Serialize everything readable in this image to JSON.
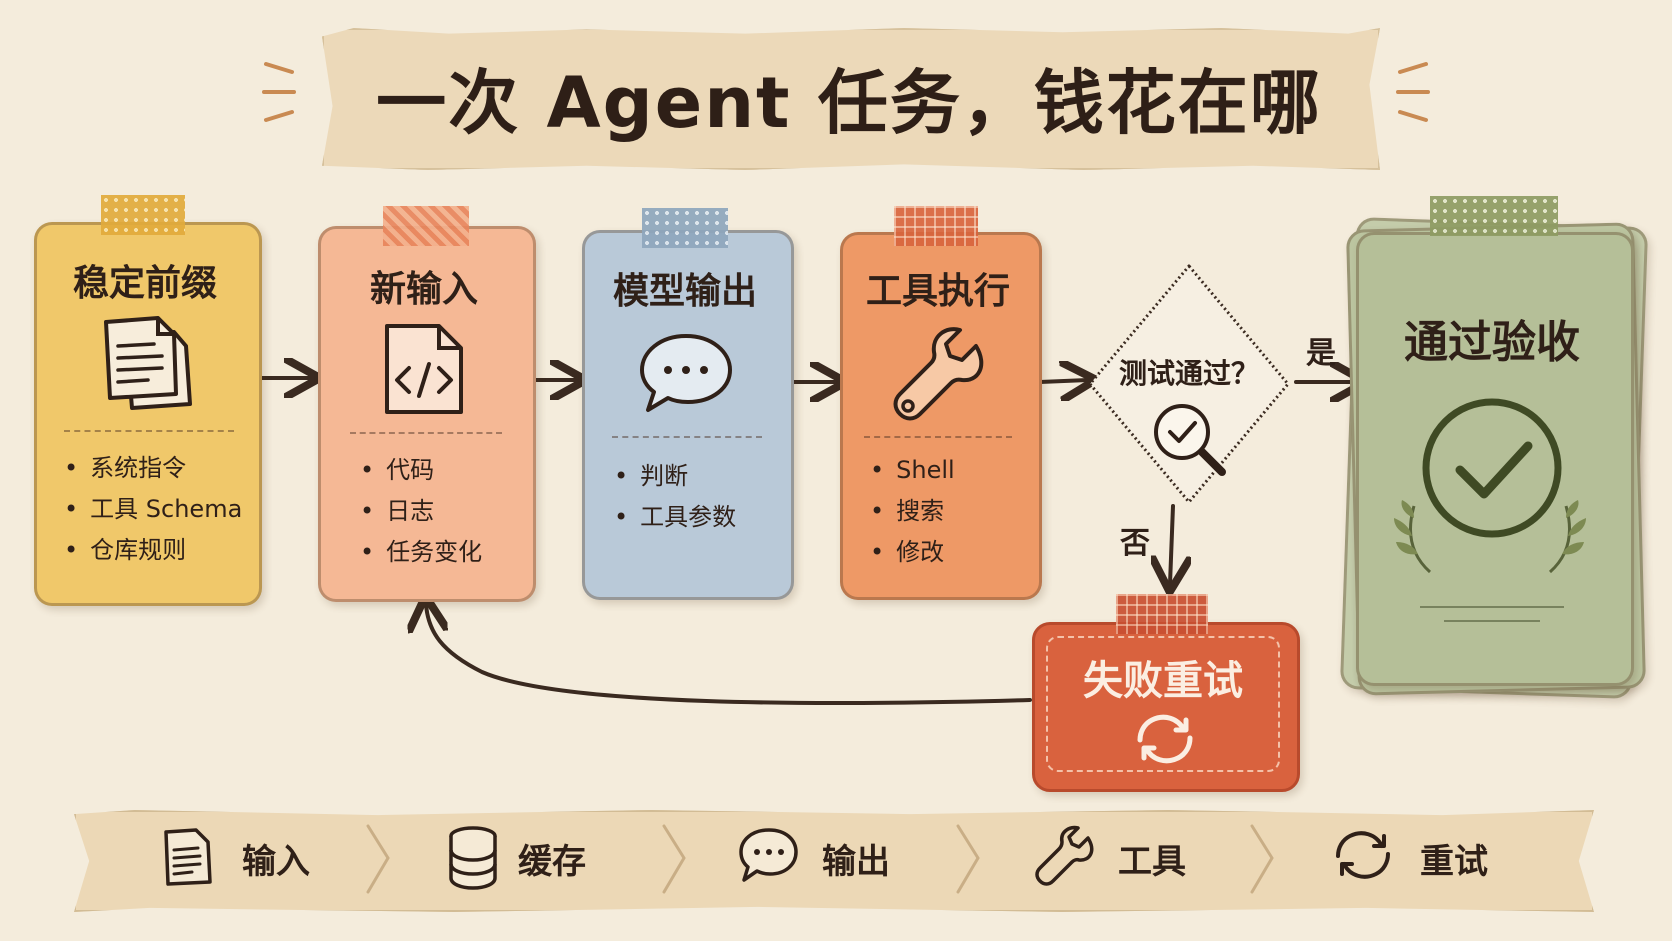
{
  "title": "一次 Agent 任务，钱花在哪",
  "cards": {
    "prefix": {
      "title": "稳定前缀",
      "items": [
        "系统指令",
        "工具 Schema",
        "仓库规则"
      ],
      "icon": "document-icon"
    },
    "input": {
      "title": "新输入",
      "items": [
        "代码",
        "日志",
        "任务变化"
      ],
      "icon": "code-file-icon"
    },
    "output": {
      "title": "模型输出",
      "items": [
        "判断",
        "工具参数"
      ],
      "icon": "chat-bubble-icon"
    },
    "tools": {
      "title": "工具执行",
      "items": [
        "Shell",
        "搜索",
        "修改"
      ],
      "icon": "wrench-icon"
    }
  },
  "decision": {
    "label": "测试通过？",
    "yes": "是",
    "no": "否",
    "icon": "magnifier-check-icon"
  },
  "success": {
    "title": "通过验收",
    "icon": "check-circle-icon"
  },
  "retry": {
    "title": "失败重试",
    "icon": "refresh-icon"
  },
  "legend": [
    {
      "label": "输入",
      "icon": "document-icon"
    },
    {
      "label": "缓存",
      "icon": "database-icon"
    },
    {
      "label": "输出",
      "icon": "chat-bubble-icon"
    },
    {
      "label": "工具",
      "icon": "wrench-icon"
    },
    {
      "label": "重试",
      "icon": "refresh-icon"
    }
  ],
  "colors": {
    "background": "#f4ecdc",
    "prefix": "#f0c86a",
    "input": "#f5b895",
    "output": "#b9c9d8",
    "tools": "#ee9966",
    "retry": "#d9623e",
    "success": "#b5bf98",
    "ink": "#3a2a20"
  }
}
